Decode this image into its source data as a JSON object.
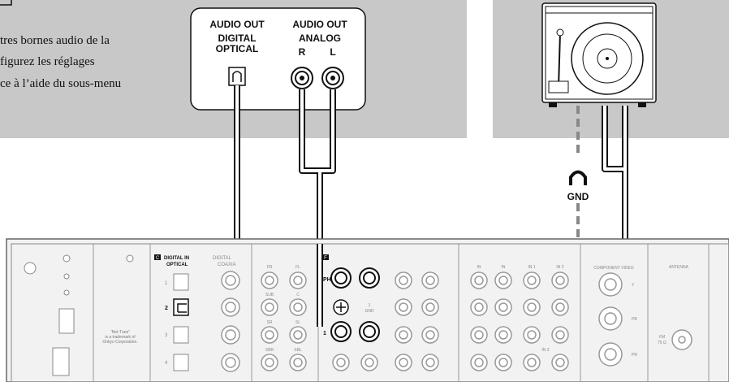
{
  "intro_text": {
    "lines": [
      "tres bornes audio de la",
      "figurez les réglages",
      "ce à l’aide du sous-menu"
    ]
  },
  "source_device": {
    "audio_out_digital": "AUDIO OUT",
    "digital_line1": "DIGITAL",
    "digital_line2": "OPTICAL",
    "audio_out_analog": "AUDIO OUT",
    "analog_label": "ANALOG",
    "right_channel": "R",
    "left_channel": "L"
  },
  "ground_label": "GND",
  "receiver": {
    "digital_in": {
      "badge": "C",
      "title": "DIGITAL IN",
      "subtitle": "OPTICAL",
      "numbers": [
        "1",
        "2",
        "3",
        "4"
      ]
    },
    "coaxial_label": "COAXIA",
    "coaxial_prefix": "DIGITAL",
    "phono": {
      "badge": "F",
      "ph_label": "PH",
      "gnd_label": "GND",
      "gnd_number": "1",
      "row1_label": "1"
    },
    "speaker_labels": [
      "FR",
      "FL",
      "SUB",
      "C",
      "SR",
      "SL",
      "SBR",
      "SBL"
    ],
    "net_tune_text": [
      "“Net-Tune”",
      "is a trademark of",
      "Onkyo Corporation."
    ],
    "component_video": {
      "title": "COMPONENT VIDEO",
      "labels": [
        "Y",
        "PB",
        "PR"
      ]
    },
    "antenna": {
      "title": "ANTENNA",
      "fm_label": "FM",
      "fm_ohms": "75 Ω"
    },
    "in_labels": [
      "IN",
      "IN",
      "IN 1",
      "IN 2",
      "IN 3"
    ]
  }
}
